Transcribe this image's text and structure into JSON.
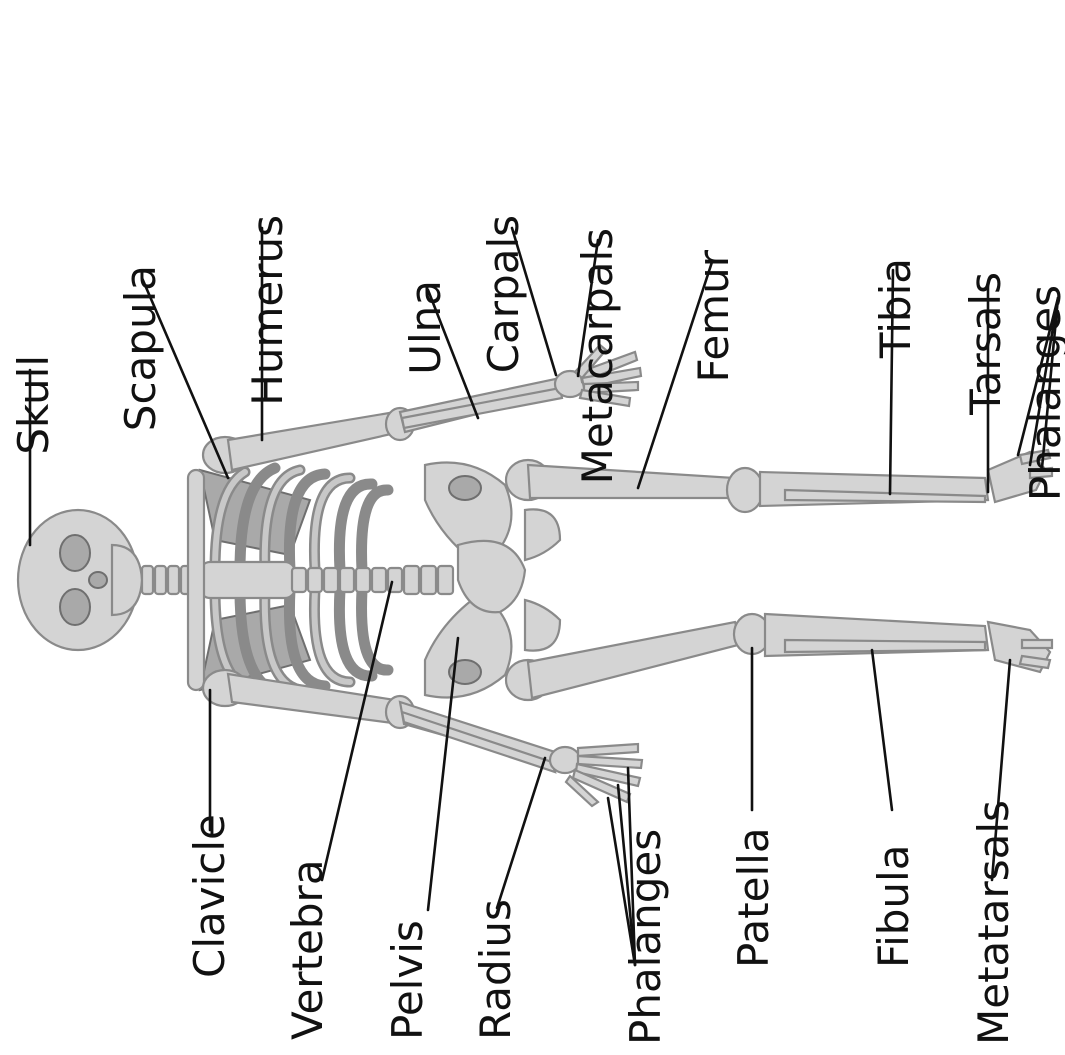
{
  "labels": {
    "skull": "Skull",
    "scapula": "Scapula",
    "humerus": "Humerus",
    "ulna": "Ulna",
    "carpals": "Carpals",
    "metacarpals": "Metacarpals",
    "femur": "Femur",
    "tibia": "Tibia",
    "tarsals": "Tarsals",
    "phalanges_foot": "Phalanges",
    "clavicle": "Clavicle",
    "vertebra": "Vertebra",
    "pelvis": "Pelvis",
    "radius": "Radius",
    "phalanges_hand": "Phalanges",
    "patella": "Patella",
    "fibula": "Fibula",
    "metatarsals": "Metatarsals"
  }
}
